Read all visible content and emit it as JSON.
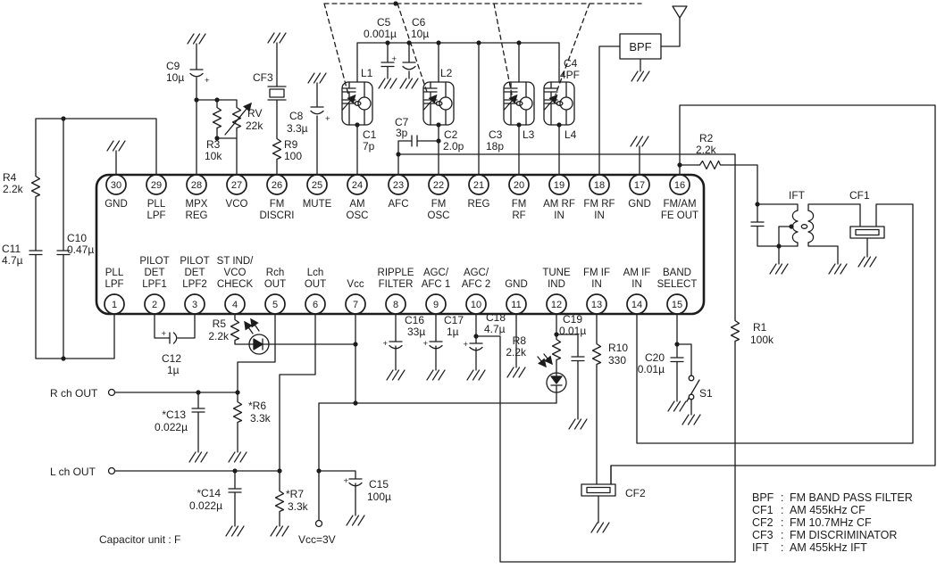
{
  "ic": {
    "pins_top": [
      {
        "num": "30",
        "label": [
          "GND"
        ]
      },
      {
        "num": "29",
        "label": [
          "PLL",
          "LPF"
        ]
      },
      {
        "num": "28",
        "label": [
          "MPX",
          "REG"
        ]
      },
      {
        "num": "27",
        "label": [
          "VCO"
        ]
      },
      {
        "num": "26",
        "label": [
          "FM",
          "DISCRI"
        ]
      },
      {
        "num": "25",
        "label": [
          "MUTE"
        ]
      },
      {
        "num": "24",
        "label": [
          "AM",
          "OSC"
        ]
      },
      {
        "num": "23",
        "label": [
          "AFC"
        ]
      },
      {
        "num": "22",
        "label": [
          "FM",
          "OSC"
        ]
      },
      {
        "num": "21",
        "label": [
          "REG"
        ]
      },
      {
        "num": "20",
        "label": [
          "FM",
          "RF"
        ]
      },
      {
        "num": "19",
        "label": [
          "AM RF",
          "IN"
        ]
      },
      {
        "num": "18",
        "label": [
          "FM RF",
          "IN"
        ]
      },
      {
        "num": "17",
        "label": [
          "GND"
        ]
      },
      {
        "num": "16",
        "label": [
          "FM/AM",
          "FE OUT"
        ]
      }
    ],
    "pins_bottom": [
      {
        "num": "1",
        "label": [
          "PLL",
          "LPF"
        ]
      },
      {
        "num": "2",
        "label": [
          "PILOT",
          "DET",
          "LPF1"
        ]
      },
      {
        "num": "3",
        "label": [
          "PILOT",
          "DET",
          "LPF2"
        ]
      },
      {
        "num": "4",
        "label": [
          "ST IND/",
          "VCO",
          "CHECK"
        ]
      },
      {
        "num": "5",
        "label": [
          "Rch",
          "OUT"
        ]
      },
      {
        "num": "6",
        "label": [
          "Lch",
          "OUT"
        ]
      },
      {
        "num": "7",
        "label": [
          "Vcc"
        ]
      },
      {
        "num": "8",
        "label": [
          "RIPPLE",
          "FILTER"
        ]
      },
      {
        "num": "9",
        "label": [
          "AGC/",
          "AFC 1"
        ]
      },
      {
        "num": "10",
        "label": [
          "AGC/",
          "AFC 2"
        ]
      },
      {
        "num": "11",
        "label": [
          "GND"
        ]
      },
      {
        "num": "12",
        "label": [
          "TUNE",
          "IND"
        ]
      },
      {
        "num": "13",
        "label": [
          "FM IF",
          "IN"
        ]
      },
      {
        "num": "14",
        "label": [
          "AM IF",
          "IN"
        ]
      },
      {
        "num": "15",
        "label": [
          "BAND",
          "SELECT"
        ]
      }
    ]
  },
  "components": {
    "R1": {
      "ref": "R1",
      "value": "100k"
    },
    "R2": {
      "ref": "R2",
      "value": "2.2k"
    },
    "R3": {
      "ref": "R3",
      "value": "10k"
    },
    "R4": {
      "ref": "R4",
      "value": "2.2k"
    },
    "R5": {
      "ref": "R5",
      "value": "2.2k"
    },
    "R6": {
      "ref": "*R6",
      "value": "3.3k"
    },
    "R7": {
      "ref": "*R7",
      "value": "3.3k"
    },
    "R8": {
      "ref": "R8",
      "value": "2.2k"
    },
    "R9": {
      "ref": "R9",
      "value": "100"
    },
    "R10": {
      "ref": "R10",
      "value": "330"
    },
    "RV": {
      "ref": "RV",
      "value": "22k"
    },
    "C1": {
      "ref": "C1",
      "value": "7p"
    },
    "C2": {
      "ref": "C2",
      "value": "2.0p"
    },
    "C3": {
      "ref": "C3",
      "value": "18p"
    },
    "C4": {
      "ref": "C4",
      "value": "4PF"
    },
    "C5": {
      "ref": "C5",
      "value": "0.001µ"
    },
    "C6": {
      "ref": "C6",
      "value": "10µ"
    },
    "C7": {
      "ref": "C7",
      "value": "3p"
    },
    "C8": {
      "ref": "C8",
      "value": "3.3µ"
    },
    "C9": {
      "ref": "C9",
      "value": "10µ"
    },
    "C10": {
      "ref": "C10",
      "value": "0.47µ"
    },
    "C11": {
      "ref": "C11",
      "value": "4.7µ"
    },
    "C12": {
      "ref": "C12",
      "value": "1µ"
    },
    "C13": {
      "ref": "*C13",
      "value": "0.022µ"
    },
    "C14": {
      "ref": "*C14",
      "value": "0.022µ"
    },
    "C15": {
      "ref": "C15",
      "value": "100µ"
    },
    "C16": {
      "ref": "C16",
      "value": "33µ"
    },
    "C17": {
      "ref": "C17",
      "value": "1µ"
    },
    "C18": {
      "ref": "C18",
      "value": "4.7µ"
    },
    "C19": {
      "ref": "C19",
      "value": "0.01µ"
    },
    "C20": {
      "ref": "C20",
      "value": "0.01µ"
    },
    "L1": {
      "ref": "L1"
    },
    "L2": {
      "ref": "L2"
    },
    "L3": {
      "ref": "L3"
    },
    "L4": {
      "ref": "L4"
    },
    "CF1": {
      "ref": "CF1"
    },
    "CF2": {
      "ref": "CF2"
    },
    "CF3": {
      "ref": "CF3"
    },
    "IFT": {
      "ref": "IFT"
    },
    "BPF": {
      "ref": "BPF"
    },
    "S1": {
      "ref": "S1"
    }
  },
  "labels": {
    "r_ch_out": "R ch OUT",
    "l_ch_out": "L ch OUT",
    "vcc_terminal": "Vcc=3V",
    "cap_unit": "Capacitor unit : F",
    "plus": "+"
  },
  "legend": [
    {
      "key": "BPF",
      "sep": ":",
      "desc": "FM BAND PASS FILTER"
    },
    {
      "key": "CF1",
      "sep": ":",
      "desc": "AM 455kHz CF"
    },
    {
      "key": "CF2",
      "sep": ":",
      "desc": "FM 10.7MHz CF"
    },
    {
      "key": "CF3",
      "sep": ":",
      "desc": "FM DISCRIMINATOR"
    },
    {
      "key": "IFT",
      "sep": ":",
      "desc": "AM 455kHz IFT"
    }
  ],
  "colors": {
    "ink": "#1c1c1c",
    "bg": "#ffffff"
  }
}
